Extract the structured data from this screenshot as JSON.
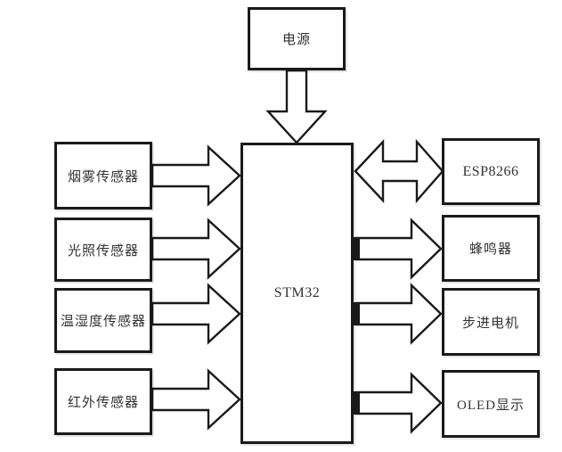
{
  "page": {
    "background_color": "#ffffff",
    "line_color": "#1a1a1a",
    "box_fill_color": "#ffffff",
    "text_color": "#333333"
  },
  "diagram": {
    "type": "block-diagram",
    "power": {
      "label": "电源"
    },
    "center": {
      "label": "STM32"
    },
    "inputs": [
      {
        "label": "烟雾传感器"
      },
      {
        "label": "光照传感器"
      },
      {
        "label": "温湿度传感器"
      },
      {
        "label": "红外传感器"
      }
    ],
    "outputs": [
      {
        "label": "ESP8266",
        "direction": "bidirectional"
      },
      {
        "label": "蜂鸣器",
        "direction": "out"
      },
      {
        "label": "步进电机",
        "direction": "out"
      },
      {
        "label": "OLED显示",
        "direction": "out"
      }
    ],
    "connections": [
      {
        "from": "电源",
        "to": "STM32",
        "style": "hollow-arrow-down"
      },
      {
        "from": "烟雾传感器",
        "to": "STM32",
        "style": "hollow-arrow-right"
      },
      {
        "from": "光照传感器",
        "to": "STM32",
        "style": "hollow-arrow-right"
      },
      {
        "from": "温湿度传感器",
        "to": "STM32",
        "style": "hollow-arrow-right"
      },
      {
        "from": "红外传感器",
        "to": "STM32",
        "style": "hollow-arrow-right"
      },
      {
        "from": "STM32",
        "to": "ESP8266",
        "style": "hollow-arrow-bidirectional"
      },
      {
        "from": "STM32",
        "to": "蜂鸣器",
        "style": "hollow-arrow-right"
      },
      {
        "from": "STM32",
        "to": "步进电机",
        "style": "hollow-arrow-right"
      },
      {
        "from": "STM32",
        "to": "OLED显示",
        "style": "hollow-arrow-right"
      }
    ]
  }
}
